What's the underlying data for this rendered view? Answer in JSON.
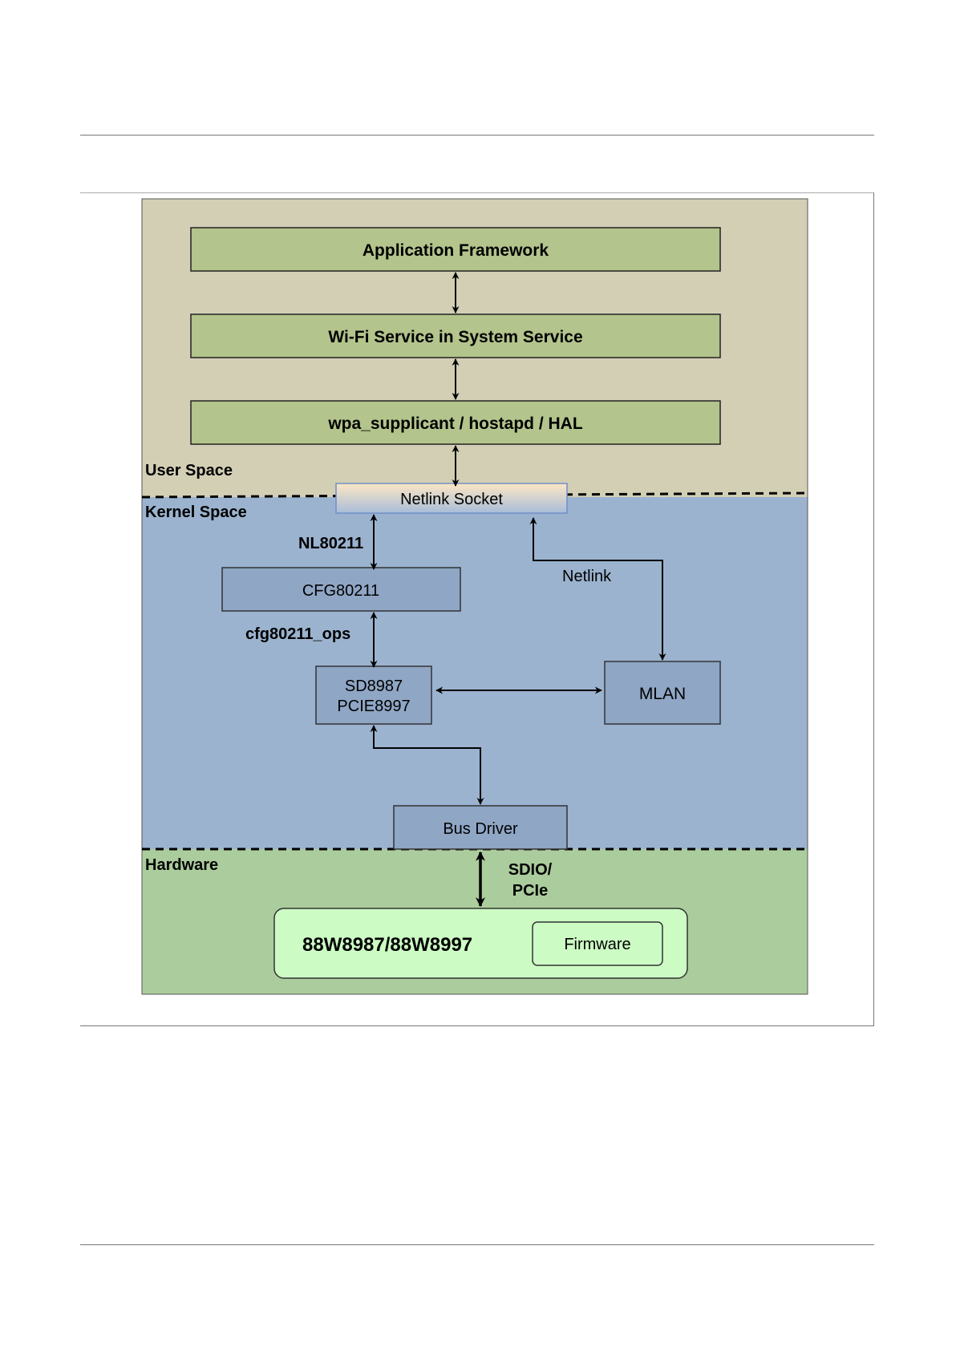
{
  "zones": {
    "user_space": "User Space",
    "kernel_space": "Kernel Space",
    "hardware": "Hardware"
  },
  "boxes": {
    "app_framework": "Application Framework",
    "wifi_service": "Wi-Fi Service in System Service",
    "wpa_supplicant": "wpa_supplicant / hostapd / HAL",
    "netlink_socket": "Netlink Socket",
    "cfg80211": "CFG80211",
    "sd8987": "SD8987",
    "pcie8997": "PCIE8997",
    "mlan": "MLAN",
    "bus_driver": "Bus Driver",
    "chip": "88W8987/88W8997",
    "firmware": "Firmware"
  },
  "links": {
    "nl80211": "NL80211",
    "netlink": "Netlink",
    "cfg80211_ops": "cfg80211_ops",
    "sdio": "SDIO/",
    "pcie": "PCIe"
  },
  "colors": {
    "user_space_bg": "#d3cfb5",
    "kernel_space_bg": "#9bb3cf",
    "hardware_bg": "#abcc9d",
    "service_box": "#b3c48c",
    "kernel_box": "#8fa6c5",
    "chip_box": "#ccfcc4"
  }
}
